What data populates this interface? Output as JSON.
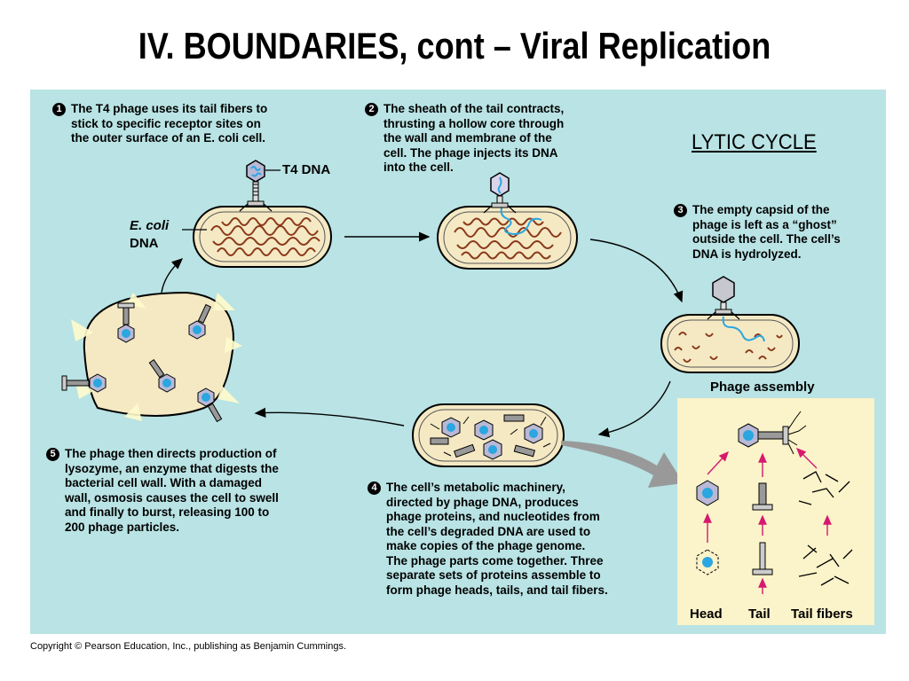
{
  "title": "IV. BOUNDARIES, cont – Viral Replication",
  "cycle_label": "LYTIC CYCLE",
  "steps": [
    {
      "num": "1",
      "lines": [
        "The T4 phage uses its tail fibers to",
        "stick to specific receptor sites on",
        "the outer surface of an E. coli cell."
      ]
    },
    {
      "num": "2",
      "lines": [
        "The sheath of the tail contracts,",
        "thrusting a hollow core through",
        "the wall and membrane of the",
        "cell. The phage injects its DNA",
        "into the cell."
      ]
    },
    {
      "num": "3",
      "lines": [
        "The empty capsid of the",
        "phage is left as a “ghost”",
        "outside the cell. The cell’s",
        "DNA is hydrolyzed."
      ]
    },
    {
      "num": "4",
      "lines": [
        "The cell’s metabolic machinery,",
        "directed by phage DNA, produces",
        "phage proteins, and nucleotides from",
        "the cell’s degraded DNA are used to",
        "make copies of the phage genome.",
        "The phage parts come together. Three",
        "separate sets of proteins assemble to",
        "form phage heads, tails, and tail fibers."
      ]
    },
    {
      "num": "5",
      "lines": [
        "The phage then directs production of",
        "lysozyme, an enzyme that digests the",
        "bacterial cell wall. With a damaged",
        "wall, osmosis causes the cell to swell",
        "and finally to burst, releasing 100 to",
        "200 phage particles."
      ]
    }
  ],
  "labels": {
    "t4_dna": "T4 DNA",
    "ecoli_dna_1": "E. coli",
    "ecoli_dna_2": "DNA",
    "phage_assembly": "Phage assembly",
    "head": "Head",
    "tail": "Tail",
    "tail_fibers": "Tail fibers"
  },
  "copyright": "Copyright © Pearson Education, Inc., publishing as Benjamin Cummings.",
  "colors": {
    "panel_bg": "#b9e3e4",
    "assembly_bg": "#fbf3c9",
    "cell_fill": "#f5e9c4",
    "bacterial_dna": "#8a3a1a",
    "phage_dna": "#2aa6e0",
    "capsid": "#b9b9d6",
    "arrow_pink": "#d6196e"
  }
}
